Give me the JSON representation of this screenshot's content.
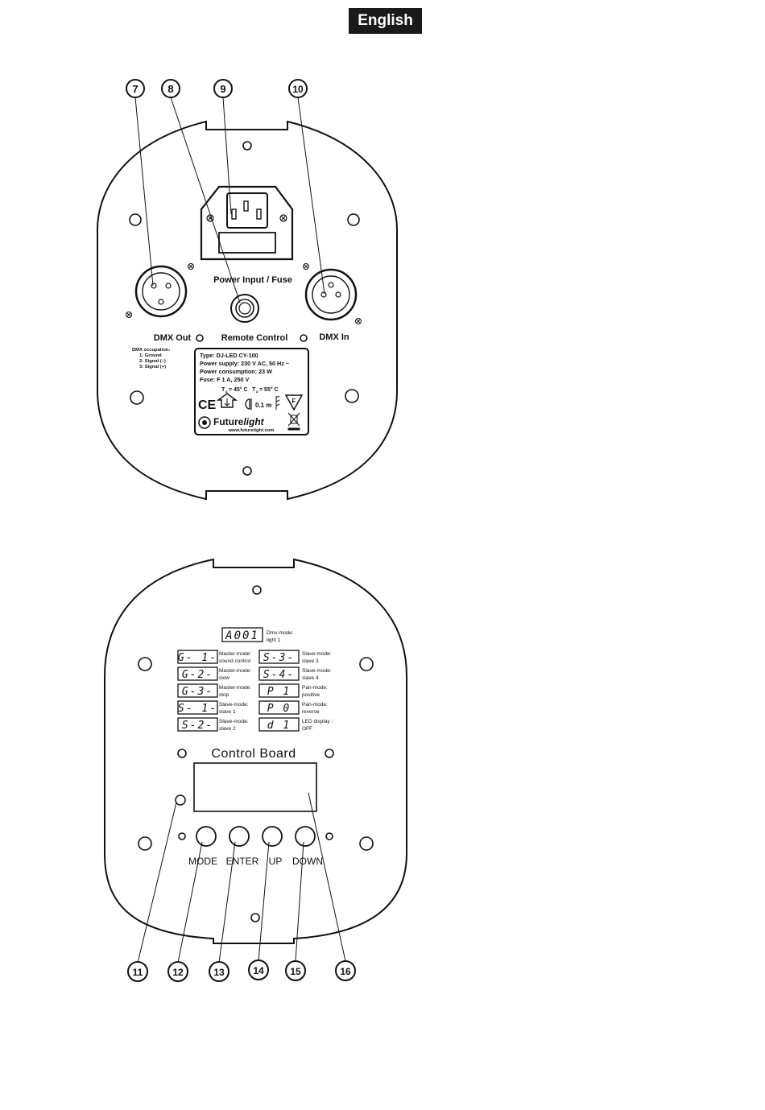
{
  "header": {
    "language": "English"
  },
  "rear_panel": {
    "labels": {
      "power_input": "Power Input / Fuse",
      "dmx_out": "DMX Out",
      "dmx_in": "DMX In",
      "remote": "Remote Control"
    },
    "dmx_occupation": {
      "title": "DMX occupation:",
      "pins": [
        "1: Ground",
        "2: Signal (–)",
        "3: Signal (+)"
      ]
    },
    "type_plate": {
      "lines": [
        "Type: DJ-LED CY-100",
        "Power supply: 230 V AC, 50 Hz ~",
        "Power consumption: 23 W",
        "Fuse: F 1 A, 250 V"
      ],
      "temp_a": "45° C",
      "temp_b": "55° C",
      "distance": "0.1 m",
      "ce": "CE",
      "brand_a": "Future",
      "brand_b": "light",
      "website": "www.futurelight.com"
    },
    "callouts": [
      "7",
      "8",
      "9",
      "10"
    ]
  },
  "control_board": {
    "title": "Control Board",
    "top_display": {
      "code": "A001",
      "desc1": "Dmx-mode:",
      "desc2": "light 1"
    },
    "modes_left": [
      {
        "code": "G- 1-",
        "desc1": "Master-mode:",
        "desc2": "sound control"
      },
      {
        "code": "G-2-",
        "desc1": "Master-mode:",
        "desc2": "slow"
      },
      {
        "code": "G-3-",
        "desc1": "Master-mode:",
        "desc2": "stop"
      },
      {
        "code": "S- 1-",
        "desc1": "Slave-mode:",
        "desc2": "slave 1"
      },
      {
        "code": "S-2-",
        "desc1": "Slave-mode:",
        "desc2": "slave 2"
      }
    ],
    "modes_right": [
      {
        "code": "S-3-",
        "desc1": "Slave-mode:",
        "desc2": "slave 3"
      },
      {
        "code": "S-4-",
        "desc1": "Slave-mode:",
        "desc2": "slave 4"
      },
      {
        "code": "P  1",
        "desc1": "Pan-mode:",
        "desc2": "positive"
      },
      {
        "code": "P  0",
        "desc1": "Pan-mode:",
        "desc2": "reverse"
      },
      {
        "code": "d  1",
        "desc1": "LED display :",
        "desc2": "OFF"
      }
    ],
    "buttons": [
      "MODE",
      "ENTER",
      "UP",
      "DOWN"
    ],
    "callouts": [
      "11",
      "12",
      "13",
      "14",
      "15",
      "16"
    ]
  }
}
